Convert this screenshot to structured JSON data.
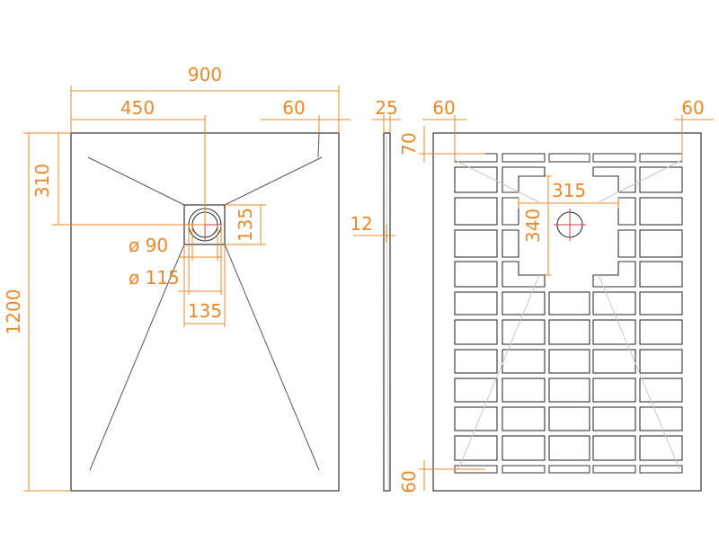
{
  "colors": {
    "dimension": "#e8892b",
    "outline": "#333333",
    "drain_center": "#d83a3a",
    "background": "#ffffff"
  },
  "top_view": {
    "overall_width": "900",
    "half_width": "450",
    "edge_offset": "60",
    "overall_length": "1200",
    "drain_offset": "310",
    "drain_box_height": "135",
    "drain_box_width": "135",
    "inner_diameter": "ø 90",
    "outer_diameter": "ø 115"
  },
  "side_view": {
    "thickness": "25",
    "rim_height": "12"
  },
  "bottom_view": {
    "left_offset": "60",
    "right_offset": "60",
    "top_offset": "70",
    "bottom_offset": "60",
    "opening_width": "315",
    "opening_height": "340"
  }
}
